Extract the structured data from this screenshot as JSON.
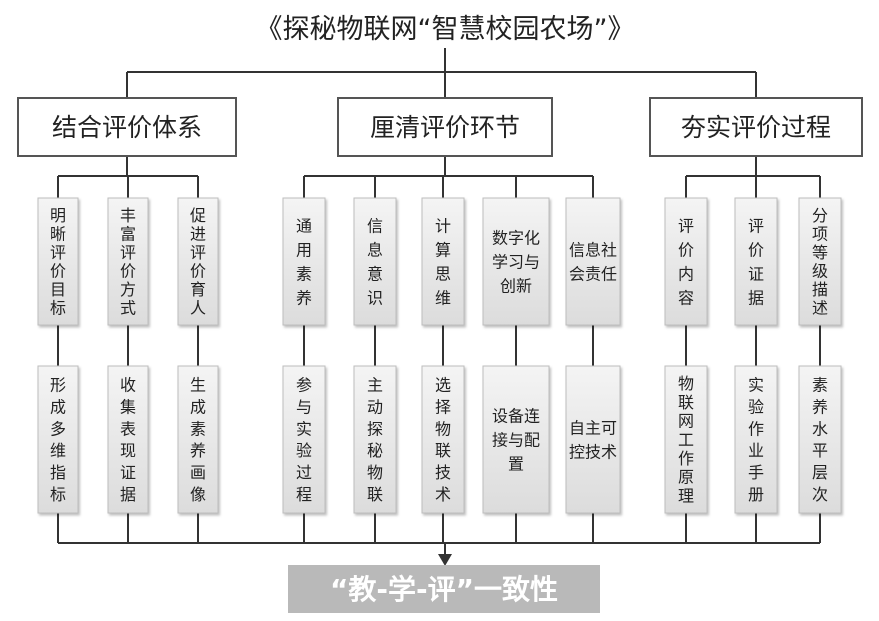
{
  "title": "《探秘物联网“智慧校园农场”》",
  "footer": "“教-学-评”一致性",
  "colors": {
    "line": "#333333",
    "box_fill_top": "#f4f4f4",
    "box_fill_bottom": "#dcdcdc",
    "box_stroke": "#bdbdbd",
    "header_stroke": "#555555",
    "footer_fill": "#b9b9b9",
    "footer_text": "#ffffff"
  },
  "groups": [
    {
      "label": "结合评价体系",
      "columns": [
        {
          "upper": "明晰评价目标",
          "lower": "形成多维指标"
        },
        {
          "upper": "丰富评价方式",
          "lower": "收集表现证据"
        },
        {
          "upper": "促进评价育人",
          "lower": "生成素养画像"
        }
      ]
    },
    {
      "label": "厘清评价环节",
      "columns": [
        {
          "upper": "通用素养",
          "lower": "参与实验过程"
        },
        {
          "upper": "信息意识",
          "lower": "主动探秘物联"
        },
        {
          "upper": "计算思维",
          "lower": "选择物联技术"
        },
        {
          "upper": "数字化学习与创新",
          "lower": "设备连接与配置"
        },
        {
          "upper": "信息社会责任",
          "lower": "自主可控技术"
        }
      ]
    },
    {
      "label": "夯实评价过程",
      "columns": [
        {
          "upper": "评价内容",
          "lower": "物联网工作原理"
        },
        {
          "upper": "评价证据",
          "lower": "实验作业手册"
        },
        {
          "upper": "分项等级描述",
          "lower": "素养水平层次"
        }
      ]
    }
  ]
}
